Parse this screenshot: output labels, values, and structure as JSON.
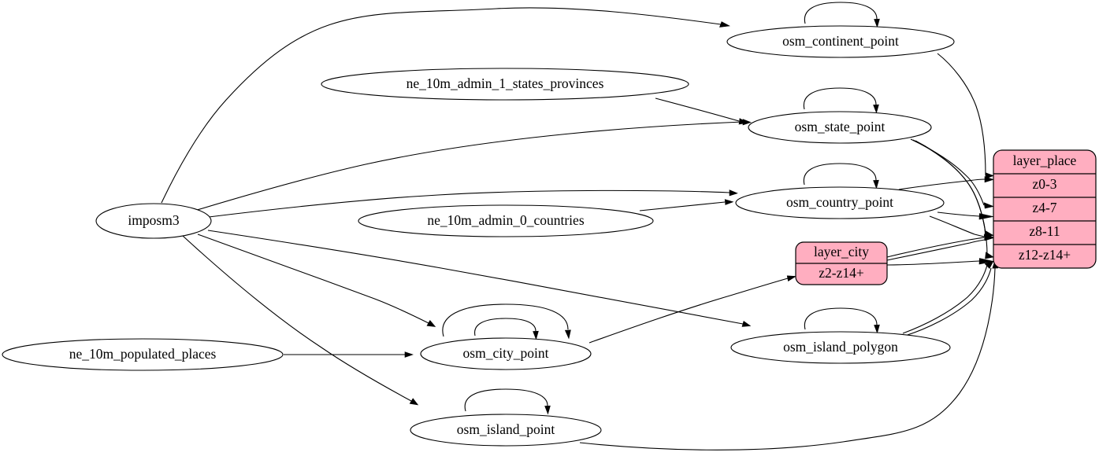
{
  "diagram": {
    "type": "directed-graph",
    "title": "",
    "background": "#ffffff",
    "edge_color": "#000000",
    "node_fill": "#ffffff",
    "record_fill": "#ffaec0",
    "source_nodes": [
      {
        "id": "imposm3",
        "label": "imposm3",
        "shape": "ellipse"
      },
      {
        "id": "ne_10m_admin_1_states_provinces",
        "label": "ne_10m_admin_1_states_provinces",
        "shape": "ellipse"
      },
      {
        "id": "ne_10m_admin_0_countries",
        "label": "ne_10m_admin_0_countries",
        "shape": "ellipse"
      },
      {
        "id": "ne_10m_populated_places",
        "label": "ne_10m_populated_places",
        "shape": "ellipse"
      }
    ],
    "table_nodes": [
      {
        "id": "osm_continent_point",
        "label": "osm_continent_point",
        "shape": "ellipse"
      },
      {
        "id": "osm_state_point",
        "label": "osm_state_point",
        "shape": "ellipse"
      },
      {
        "id": "osm_country_point",
        "label": "osm_country_point",
        "shape": "ellipse"
      },
      {
        "id": "osm_city_point",
        "label": "osm_city_point",
        "shape": "ellipse"
      },
      {
        "id": "osm_island_polygon",
        "label": "osm_island_polygon",
        "shape": "ellipse"
      },
      {
        "id": "osm_island_point",
        "label": "osm_island_point",
        "shape": "ellipse"
      }
    ],
    "layer_nodes": [
      {
        "id": "layer_city",
        "shape": "record",
        "fill": "#ffaec0",
        "title": "layer_city",
        "rows": [
          "z2-z14+"
        ]
      },
      {
        "id": "layer_place",
        "shape": "record",
        "fill": "#ffaec0",
        "title": "layer_place",
        "rows": [
          "z0-3",
          "z4-7",
          "z8-11",
          "z12-z14+"
        ]
      }
    ],
    "edges": [
      {
        "from": "imposm3",
        "to": "osm_continent_point"
      },
      {
        "from": "imposm3",
        "to": "osm_state_point"
      },
      {
        "from": "imposm3",
        "to": "osm_country_point"
      },
      {
        "from": "imposm3",
        "to": "osm_city_point"
      },
      {
        "from": "imposm3",
        "to": "osm_island_polygon"
      },
      {
        "from": "imposm3",
        "to": "osm_island_point"
      },
      {
        "from": "ne_10m_admin_1_states_provinces",
        "to": "osm_state_point"
      },
      {
        "from": "ne_10m_admin_0_countries",
        "to": "osm_country_point"
      },
      {
        "from": "ne_10m_populated_places",
        "to": "osm_city_point"
      },
      {
        "from": "osm_continent_point",
        "to": "osm_continent_point"
      },
      {
        "from": "osm_state_point",
        "to": "osm_state_point"
      },
      {
        "from": "osm_country_point",
        "to": "osm_country_point"
      },
      {
        "from": "osm_city_point",
        "to": "osm_city_point"
      },
      {
        "from": "osm_city_point",
        "to": "osm_city_point"
      },
      {
        "from": "osm_island_polygon",
        "to": "osm_island_polygon"
      },
      {
        "from": "osm_island_point",
        "to": "osm_island_point"
      },
      {
        "from": "osm_continent_point",
        "to": "layer_place.z0-3"
      },
      {
        "from": "osm_state_point",
        "to": "layer_place.z4-7"
      },
      {
        "from": "osm_state_point",
        "to": "layer_place.z8-11"
      },
      {
        "from": "osm_state_point",
        "to": "layer_place.z12-z14+"
      },
      {
        "from": "osm_country_point",
        "to": "layer_place.z0-3"
      },
      {
        "from": "osm_country_point",
        "to": "layer_place.z4-7"
      },
      {
        "from": "osm_country_point",
        "to": "layer_place.z8-11"
      },
      {
        "from": "layer_city",
        "to": "layer_place.z8-11"
      },
      {
        "from": "layer_city",
        "to": "layer_place.z12-z14+"
      },
      {
        "from": "osm_city_point",
        "to": "layer_city.z2-z14+"
      },
      {
        "from": "osm_island_polygon",
        "to": "layer_place.z12-z14+"
      },
      {
        "from": "osm_island_point",
        "to": "layer_place.z12-z14+"
      }
    ]
  }
}
